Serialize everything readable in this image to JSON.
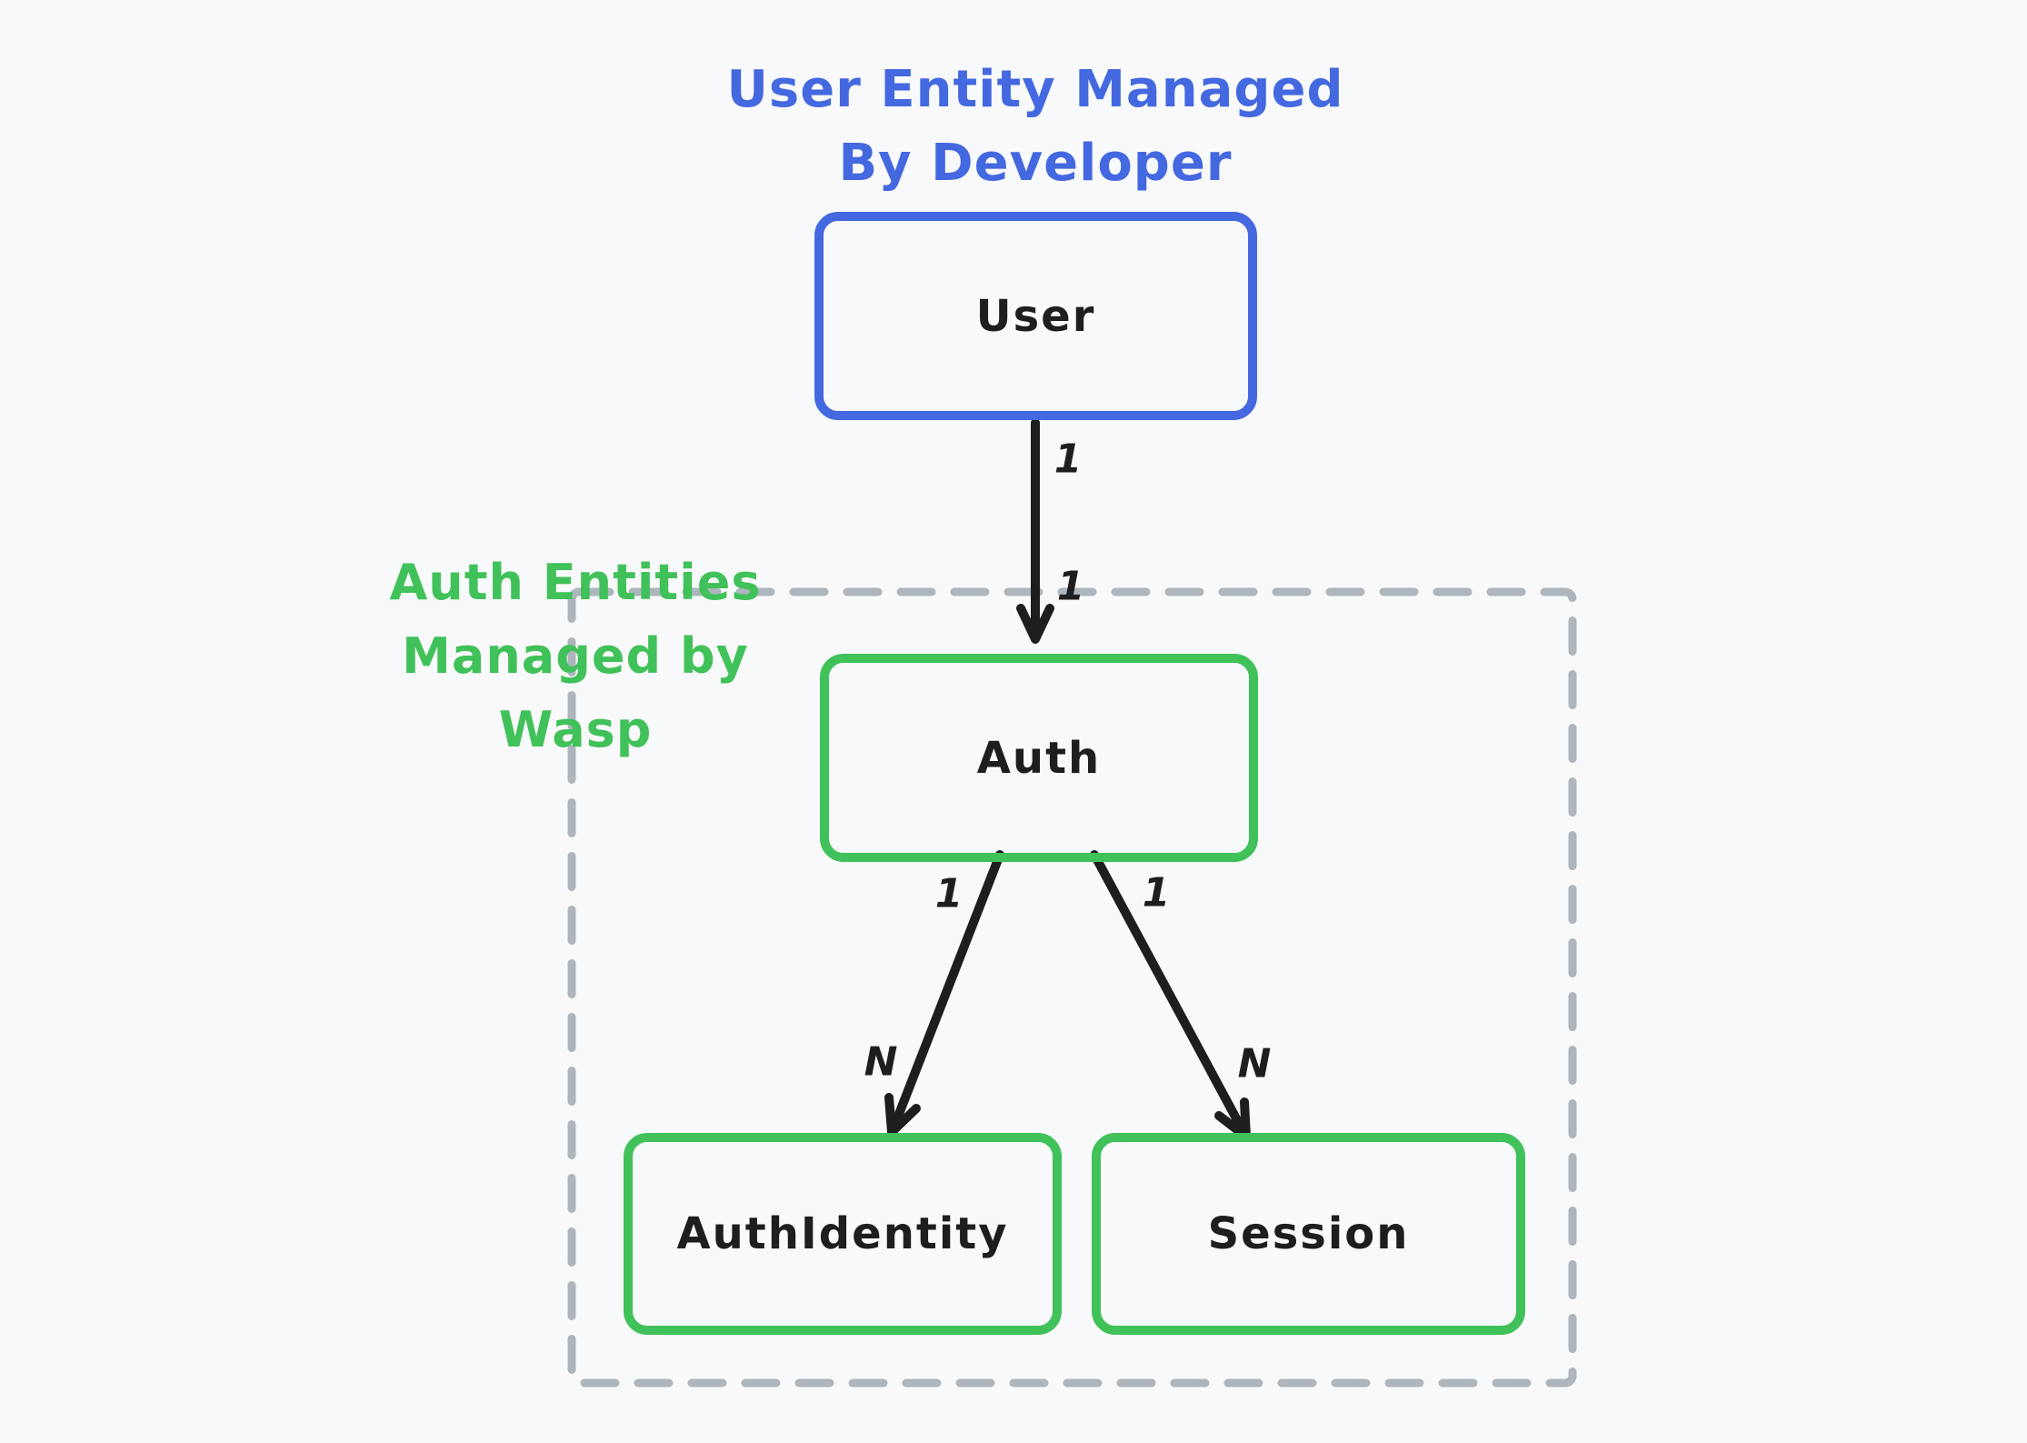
{
  "diagram": {
    "title": {
      "line1": "User Entity Managed",
      "line2": "By Developer"
    },
    "group": {
      "label_line1": "Auth Entities",
      "label_line2": "Managed by Wasp"
    },
    "nodes": [
      {
        "id": "user",
        "label": "User",
        "color": "#4468e0",
        "managed_by": "developer"
      },
      {
        "id": "auth",
        "label": "Auth",
        "color": "#41c159",
        "managed_by": "wasp"
      },
      {
        "id": "authidentity",
        "label": "AuthIdentity",
        "color": "#41c159",
        "managed_by": "wasp"
      },
      {
        "id": "session",
        "label": "Session",
        "color": "#41c159",
        "managed_by": "wasp"
      }
    ],
    "edges": [
      {
        "id": "user-auth",
        "from": "User",
        "to": "Auth",
        "source_label": "1",
        "target_label": "1"
      },
      {
        "id": "auth-authidentity",
        "from": "Auth",
        "to": "AuthIdentity",
        "source_label": "1",
        "target_label": "N"
      },
      {
        "id": "auth-session",
        "from": "Auth",
        "to": "Session",
        "source_label": "1",
        "target_label": "N"
      }
    ],
    "colors": {
      "background": "#f8f9fa",
      "blue": "#4468e0",
      "green": "#41c159",
      "dashed_gray": "#adb5bd",
      "ink": "#1e1e1e"
    }
  }
}
